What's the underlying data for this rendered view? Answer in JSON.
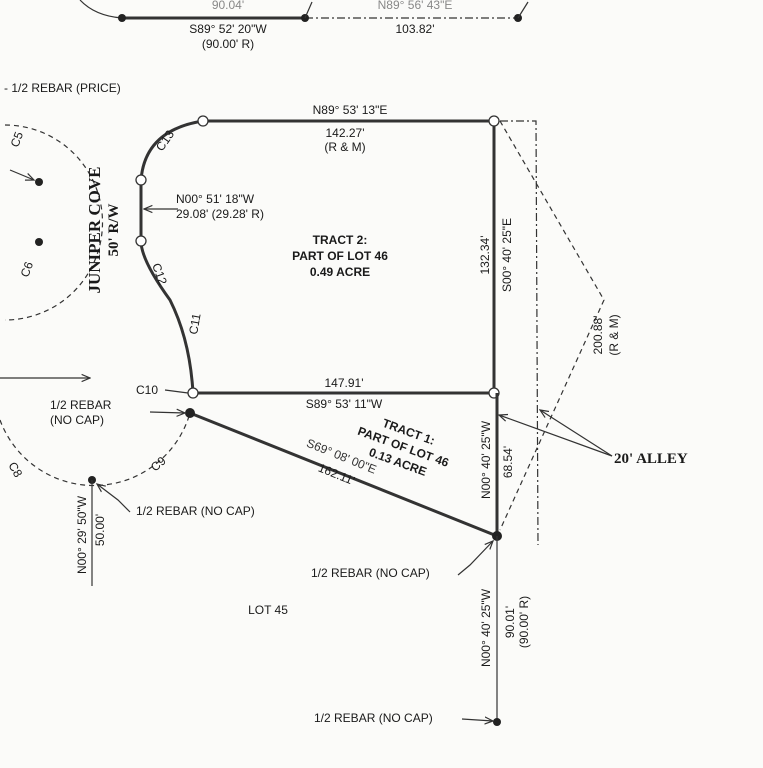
{
  "top": {
    "faded_dist_left": "90.04'",
    "bearing_left": "S89° 52' 20\"W",
    "record_left": "(90.00' R)",
    "faded_bearing_right": "N89° 56' 43\"E",
    "dist_right": "103.82'"
  },
  "rebar_price": "- 1/2 REBAR (PRICE)",
  "street": {
    "name": "JUNIPER COVE",
    "row": "50' R/W"
  },
  "curves": {
    "c5": "C5",
    "c6": "C6",
    "c8": "C8",
    "c9": "C9",
    "c10": "C10",
    "c11": "C11",
    "c12": "C12",
    "c13": "C13"
  },
  "tract2": {
    "title": "TRACT 2:",
    "part": "PART OF LOT 46",
    "area": "0.49 ACRE",
    "north_bearing": "N89° 53' 13\"E",
    "north_dist": "142.27'",
    "north_note": "(R & M)",
    "west_bearing": "N00° 51' 18\"W",
    "west_dist": "29.08' (29.28' R)",
    "east_dist": "132.34'",
    "east_bearing": "S00° 40' 25\"E",
    "south_dist": "147.91'",
    "south_bearing": "S89° 53' 11\"W"
  },
  "tract1": {
    "title": "TRACT 1:",
    "part": "PART OF LOT 46",
    "area": "0.13 ACRE",
    "sw_bearing": "S69° 08' 00\"E",
    "sw_dist": "162.11'",
    "east_bearing": "N00° 40' 25\"W",
    "east_dist": "68.54'"
  },
  "alley": {
    "label": "20' ALLEY",
    "dist": "200.88'",
    "note": "(R & M)"
  },
  "rebar_no_cap": "1/2 REBAR",
  "rebar_no_cap_sub": "(NO CAP)",
  "rebar_no_cap_full": "1/2 REBAR (NO CAP)",
  "west_line": {
    "bearing": "N00° 29' 50\"W",
    "dist": "50.00'"
  },
  "lot45": "LOT 45",
  "south_line": {
    "bearing": "N00° 40' 25\"W",
    "dist": "90.01'",
    "record": "(90.00' R)"
  }
}
